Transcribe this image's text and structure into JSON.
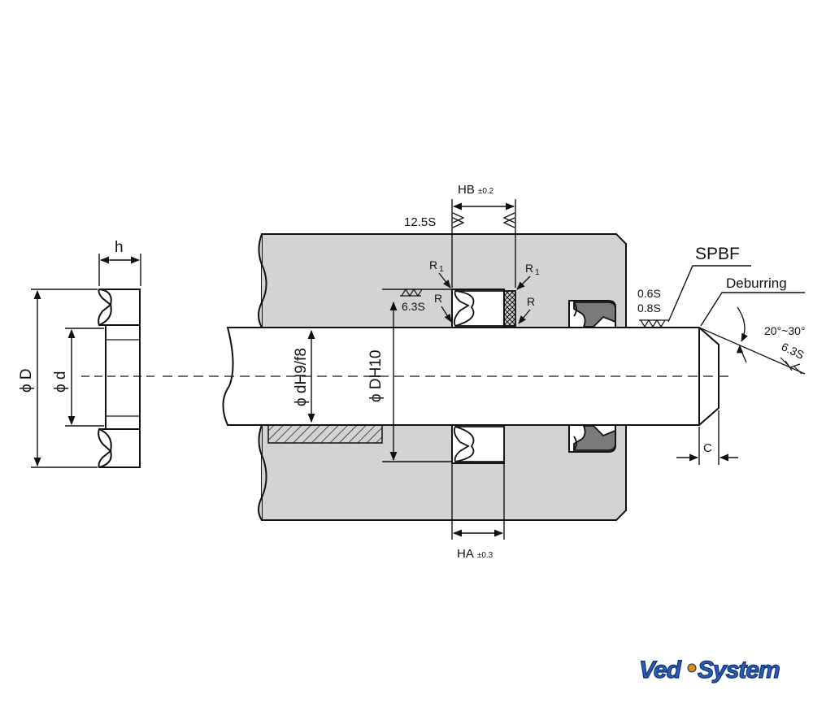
{
  "diagram": {
    "labels": {
      "h": "h",
      "phi_D_left": "ϕ D",
      "phi_d_left": "ϕ d",
      "phi_d_shaft": "ϕ dH9/f8",
      "phi_D_bore": "ϕ DH10",
      "HB": "HB",
      "HB_tol": "±0.2",
      "HA": "HA",
      "HA_tol": "±0.3",
      "finish_12_5": "12.5S",
      "finish_6_3_left": "6.3S",
      "finish_0_6": "0.6S",
      "finish_0_8": "0.8S",
      "finish_6_3_right": "6.3S",
      "R1_left": "R",
      "R1_left_sub": "1",
      "R1_right": "R",
      "R1_right_sub": "1",
      "R_left": "R",
      "R_right": "R",
      "SPBF": "SPBF",
      "deburring": "Deburring",
      "angle": "20°~30°",
      "C": "C"
    },
    "logo": {
      "text_left": "Ved",
      "text_right": "System",
      "color_main": "#2a5db8",
      "color_outline": "#0f2f6e",
      "color_dot": "#d98c1a"
    },
    "colors": {
      "housing_fill": "#d3d3d3",
      "seal_fill": "#7a7a7a",
      "line": "#111111"
    }
  }
}
